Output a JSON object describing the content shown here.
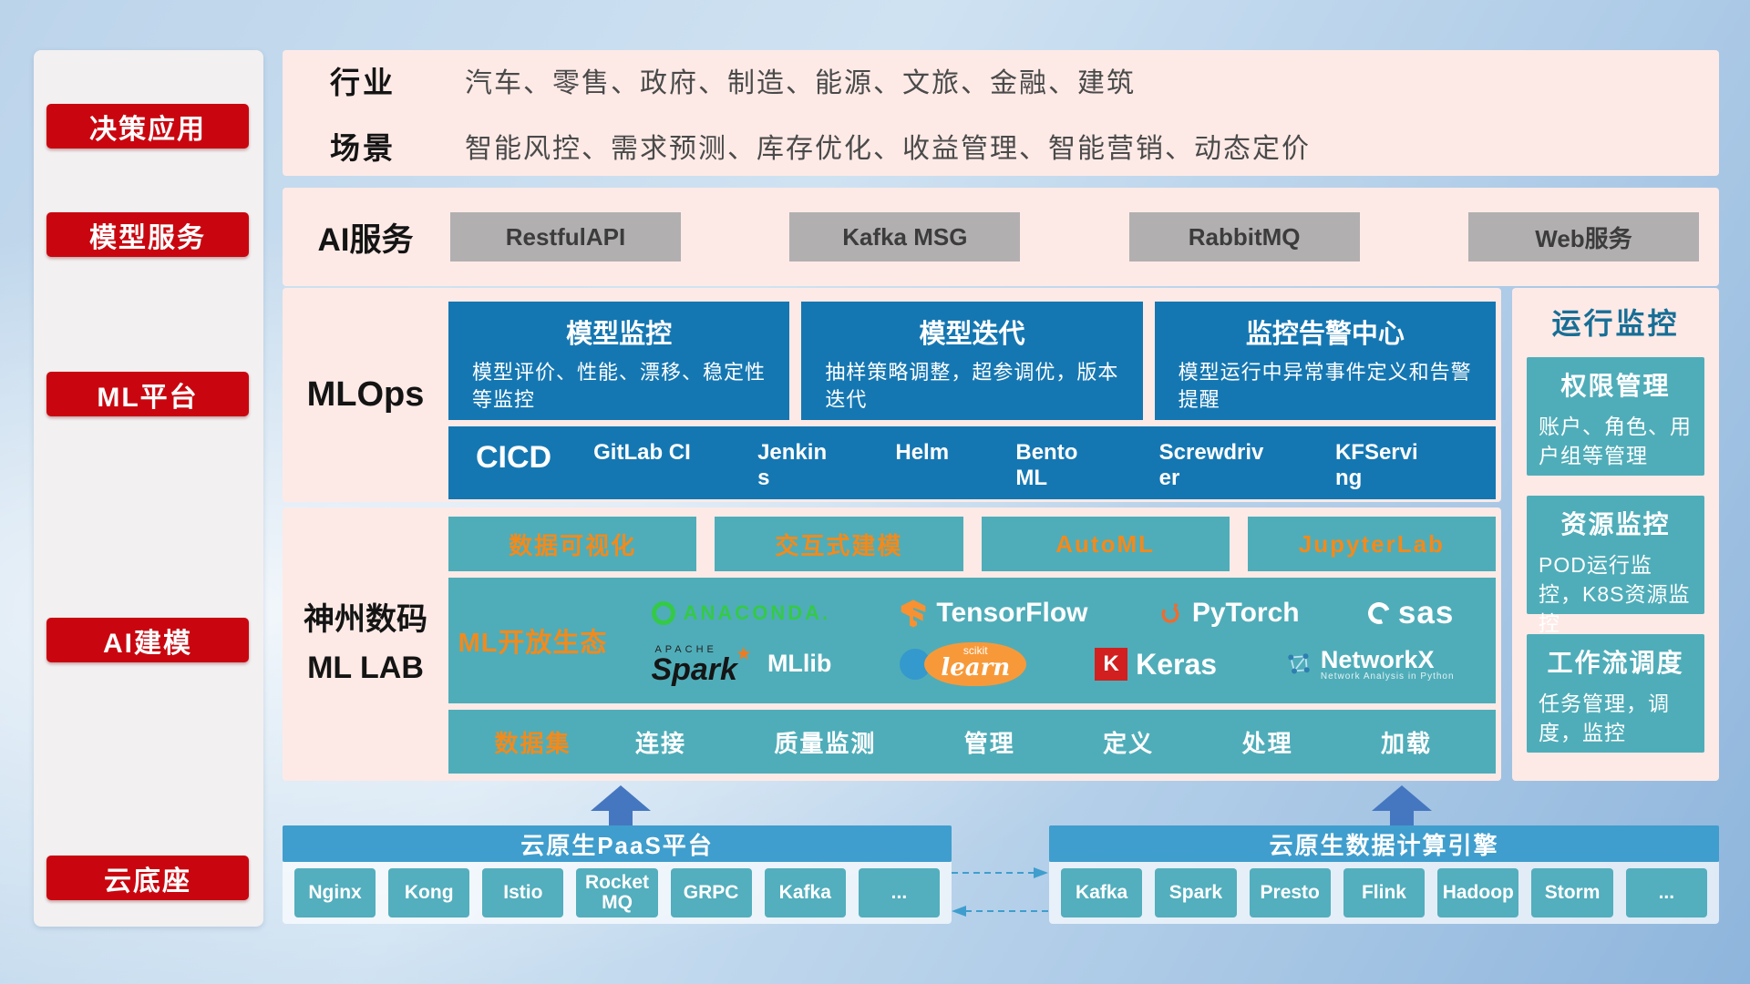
{
  "sidebar": {
    "items": [
      {
        "label": "决策应用"
      },
      {
        "label": "模型服务"
      },
      {
        "label": "ML平台"
      },
      {
        "label": "AI建模"
      },
      {
        "label": "云底座"
      }
    ]
  },
  "industry": {
    "rows": [
      {
        "label": "行业",
        "text": "汽车、零售、政府、制造、能源、文旅、金融、建筑"
      },
      {
        "label": "场景",
        "text": "智能风控、需求预测、库存优化、收益管理、智能营销、动态定价"
      }
    ]
  },
  "ai_service": {
    "label": "AI服务",
    "buttons": [
      "RestfulAPI",
      "Kafka MSG",
      "RabbitMQ",
      "Web服务"
    ]
  },
  "mlops": {
    "label": "MLOps",
    "cards": [
      {
        "title": "模型监控",
        "desc": "模型评价、性能、漂移、稳定性等监控"
      },
      {
        "title": "模型迭代",
        "desc": "抽样策略调整，超参调优，版本迭代"
      },
      {
        "title": "监控告警中心",
        "desc": "模型运行中异常事件定义和告警提醒"
      }
    ],
    "cicd_label": "CICD",
    "cicd_items": [
      "GitLab CI",
      "Jenkins",
      "Helm",
      "BentoML",
      "Screwdriver",
      "KFServing"
    ]
  },
  "mllab": {
    "label_line1": "神州数码",
    "label_line2": "ML LAB",
    "tabs": [
      "数据可视化",
      "交互式建模",
      "AutoML",
      "JupyterLab"
    ],
    "eco_label": "ML开放生态",
    "logos": {
      "anaconda": "ANACONDA.",
      "tensorflow": "TensorFlow",
      "pytorch": "PyTorch",
      "sas": "sas",
      "spark_top": "APACHE",
      "spark": "Spark",
      "spark_star": "★",
      "mllib": "MLlib",
      "sklearn_top": "scikit",
      "sklearn": "learn",
      "keras_initial": "K",
      "keras": "Keras",
      "networkx": "NetworkX",
      "networkx_sub": "Network Analysis in Python"
    },
    "dataset_label": "数据集",
    "dataset_items": [
      "连接",
      "质量监测",
      "管理",
      "定义",
      "处理",
      "加载"
    ]
  },
  "monitor": {
    "title": "运行监控",
    "cards": [
      {
        "title": "权限管理",
        "desc": "账户、角色、用户组等管理"
      },
      {
        "title": "资源监控",
        "desc": "POD运行监控，K8S资源监控"
      },
      {
        "title": "工作流调度",
        "desc": "任务管理，调度，监控"
      }
    ]
  },
  "bottom": {
    "paas_title": "云原生PaaS平台",
    "paas_items": [
      "Nginx",
      "Kong",
      "Istio",
      "RocketMQ",
      "GRPC",
      "Kafka",
      "..."
    ],
    "engine_title": "云原生数据计算引擎",
    "engine_items": [
      "Kafka",
      "Spark",
      "Presto",
      "Flink",
      "Hadoop",
      "Storm",
      "..."
    ]
  },
  "colors": {
    "accent_red": "#c9060f",
    "panel_pink": "#fdeae6",
    "deep_blue": "#1577b2",
    "teal": "#4fadb9",
    "orange": "#f28a1c",
    "bar_blue": "#3f9ecd",
    "chip_teal": "#53aebd",
    "arrow_blue": "#4577c0"
  }
}
